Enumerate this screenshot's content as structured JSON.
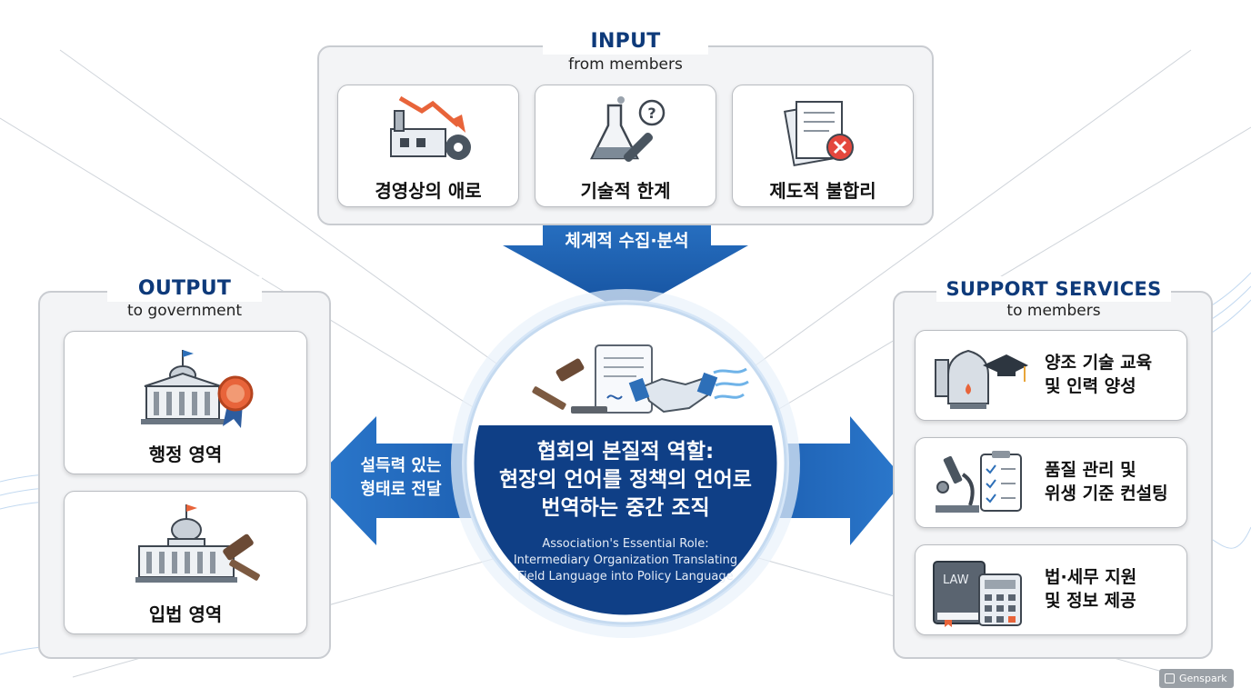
{
  "input": {
    "title": "INPUT",
    "subtitle": "from members",
    "items": [
      {
        "label": "경영상의 애로",
        "icon": "factory-decline-icon"
      },
      {
        "label": "기술적 한계",
        "icon": "flask-wrench-icon"
      },
      {
        "label": "제도적 불합리",
        "icon": "document-error-icon"
      }
    ]
  },
  "collect_arrow": {
    "label": "체계적 수집·분석"
  },
  "output": {
    "title": "OUTPUT",
    "subtitle": "to government",
    "items": [
      {
        "label": "행정 영역",
        "icon": "government-building-badge-icon"
      },
      {
        "label": "입법 영역",
        "icon": "capitol-gavel-icon"
      }
    ]
  },
  "deliver_arrow": {
    "line1": "설득력 있는",
    "line2": "형태로 전달"
  },
  "center": {
    "title_lines": [
      "협회의 본질적 역할:",
      "현장의 언어를 정책의 언어로",
      "번역하는 중간 조직"
    ],
    "subtitle_lines": [
      "Association's Essential Role:",
      "Intermediary Organization Translating",
      "Field Language into Policy Language"
    ]
  },
  "support": {
    "title": "SUPPORT SERVICES",
    "subtitle": "to members",
    "items": [
      {
        "lines": [
          "양조 기술 교육",
          "및 인력 양성"
        ],
        "icon": "brewing-tank-graduation-icon"
      },
      {
        "lines": [
          "품질 관리 및",
          "위생 기준 컨설팅"
        ],
        "icon": "microscope-checklist-icon"
      },
      {
        "lines": [
          "법·세무 지원",
          "및 정보 제공"
        ],
        "icon": "law-book-calculator-icon"
      }
    ],
    "law_book_text": "LAW"
  },
  "logo": {
    "text": "Genspark"
  },
  "colors": {
    "navy": "#0f3f86",
    "arrow_blue": "#1b5fb0",
    "title_blue": "#0e3a7a",
    "panel_bg": "#f3f4f6",
    "alert_red": "#e4473d",
    "orange_arrow": "#e8643a"
  }
}
